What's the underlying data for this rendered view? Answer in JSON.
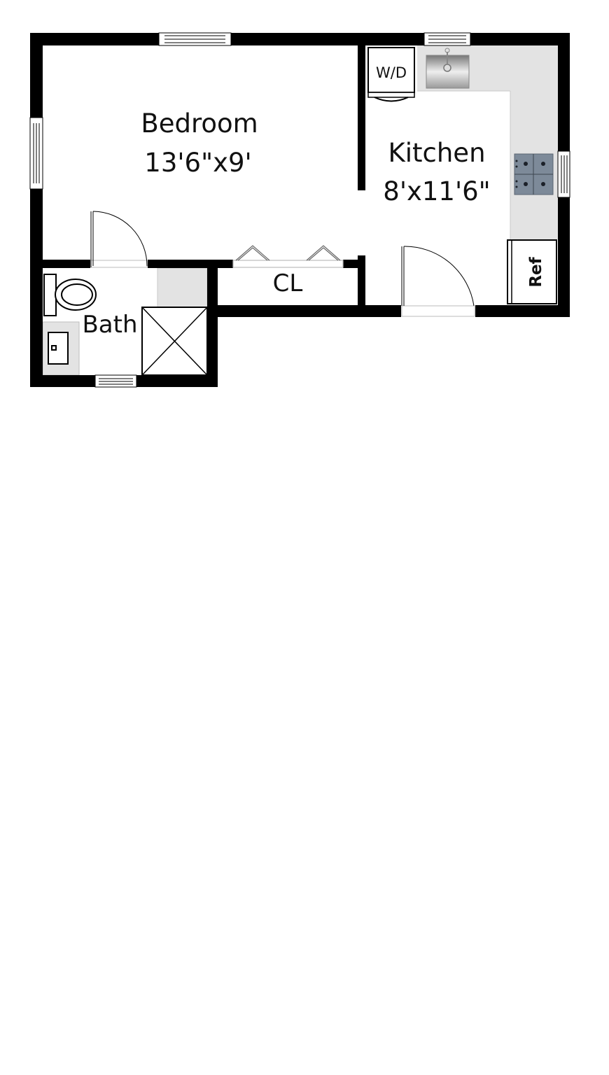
{
  "floorplan": {
    "rooms": [
      {
        "id": "bedroom",
        "name": "Bedroom",
        "dimensions": "13'6\"x9'"
      },
      {
        "id": "kitchen",
        "name": "Kitchen",
        "dimensions": "8'x11'6\""
      },
      {
        "id": "bath",
        "name": "Bath"
      },
      {
        "id": "closet",
        "name": "CL"
      }
    ],
    "fixtures": {
      "washer_dryer": "W/D",
      "refrigerator": "Ref"
    },
    "colors": {
      "wall": "#000000",
      "counter": "#e3e3e3",
      "stove": "#7d8a99",
      "background": "#ffffff"
    }
  }
}
